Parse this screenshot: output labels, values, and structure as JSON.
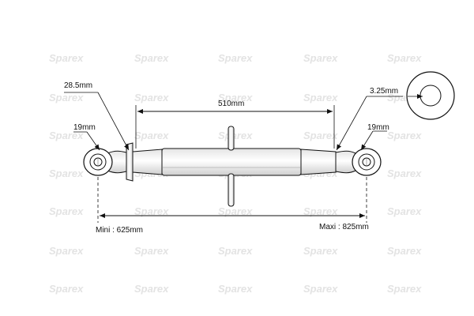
{
  "diagram": {
    "watermark_text": "Sparex",
    "labels": {
      "pin_diameter": "28.5mm",
      "left_ball_width": "19mm",
      "right_ball_width": "19mm",
      "tube_length": "510mm",
      "thread_pitch": "3.25mm",
      "min_length": "Mini : 625mm",
      "max_length": "Maxi : 825mm"
    },
    "colors": {
      "line": "#111111",
      "watermark": "#e3e3e3",
      "background": "#ffffff"
    }
  }
}
